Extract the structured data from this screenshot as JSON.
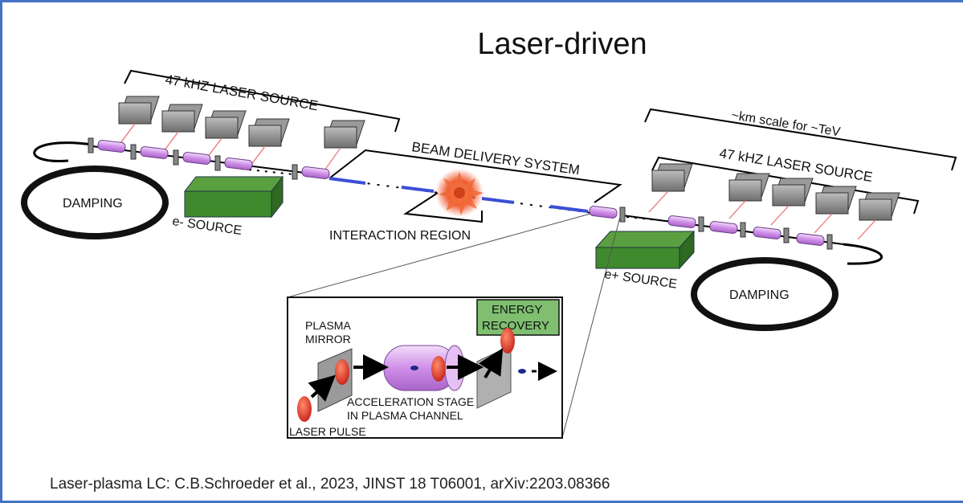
{
  "slide": {
    "title": "Laser-driven",
    "citation": "Laser-plasma LC: C.B.Schroeder et al., 2023, JINST 18 T06001, arXiv:2203.08366"
  },
  "diagram": {
    "left_laser_source": "47 kHZ LASER SOURCE",
    "right_laser_source": "47 kHZ LASER SOURCE",
    "scale_label": "~km scale for ~TeV",
    "beam_delivery": "BEAM DELIVERY SYSTEM",
    "interaction_region": "INTERACTION REGION",
    "left_damping": "DAMPING",
    "right_damping": "DAMPING",
    "e_minus_source": "e- SOURCE",
    "e_plus_source": "e+ SOURCE",
    "inset": {
      "plasma_mirror_line1": "PLASMA",
      "plasma_mirror_line2": "MIRROR",
      "energy_recovery_line1": "ENERGY",
      "energy_recovery_line2": "RECOVERY",
      "acceleration_line1": "ACCELERATION STAGE",
      "acceleration_line2": "IN PLASMA CHANNEL",
      "laser_pulse": "LASER PULSE"
    }
  },
  "colors": {
    "frame": "#4472c4",
    "laser_housing": "#8c8c8c",
    "plasma_stage": "#d9a6f0",
    "source_block": "#3f8a2c",
    "beam_line": "#3b4fd6",
    "energy_recovery_box": "#7fbf6f",
    "laser_pulse": "#e23a2c"
  }
}
